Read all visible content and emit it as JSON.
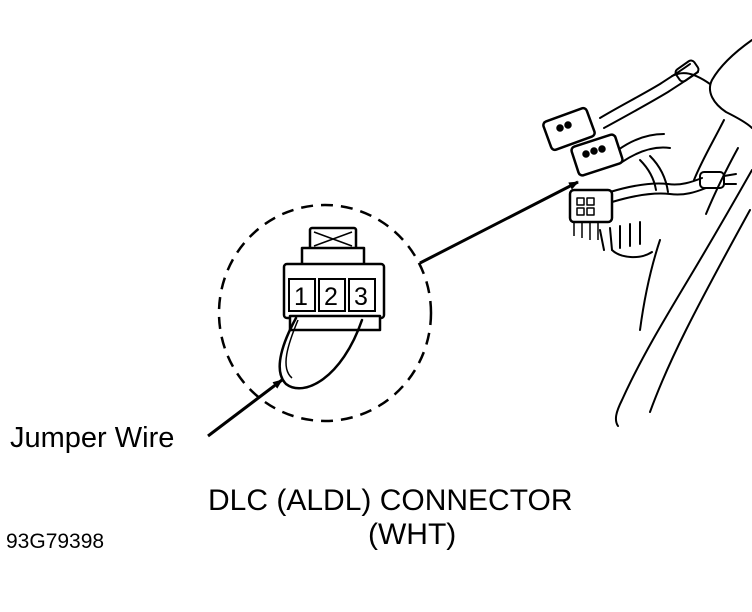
{
  "labels": {
    "jumper_wire": "Jumper Wire",
    "connector_title": "DLC (ALDL) CONNECTOR",
    "connector_color": "(WHT)",
    "figure_id": "93G79398"
  },
  "connector": {
    "pins": [
      "1",
      "2",
      "3"
    ]
  },
  "colors": {
    "ink": "#000000",
    "paper": "#ffffff"
  }
}
